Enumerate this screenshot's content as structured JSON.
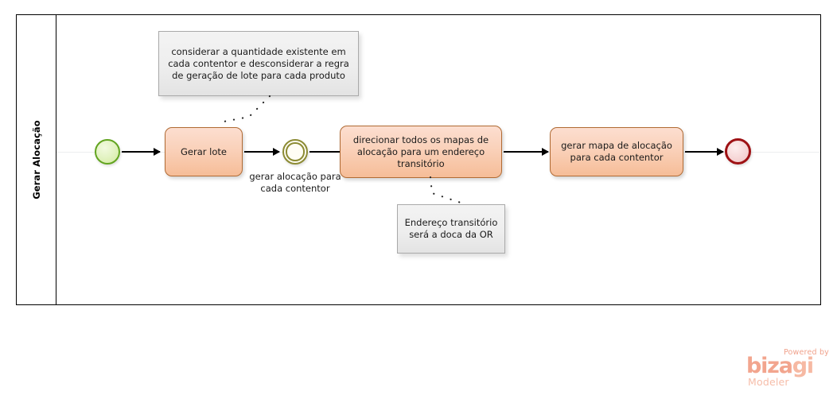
{
  "diagram": {
    "type": "bpmn-process",
    "pool": {
      "lane": {
        "label": "Gerar Alocação"
      }
    },
    "elements": [
      {
        "id": "start-event",
        "kind": "start-event",
        "label": "",
        "color": "#62a420"
      },
      {
        "id": "task-gerar-lote",
        "kind": "task",
        "label": "Gerar lote",
        "color": "#b06a33"
      },
      {
        "id": "intermediate-event",
        "kind": "intermediate-event",
        "label": "gerar alocação para cada contentor",
        "color": "#8c8b34"
      },
      {
        "id": "task-direcionar-mapas",
        "kind": "task",
        "label": "direcionar todos os mapas de alocação para um endereço transitório",
        "color": "#b06a33"
      },
      {
        "id": "task-gerar-mapa",
        "kind": "task",
        "label": "gerar mapa de alocação para cada contentor",
        "color": "#b06a33"
      },
      {
        "id": "end-event",
        "kind": "end-event",
        "label": "",
        "color": "#9e1114"
      }
    ],
    "annotations": [
      {
        "id": "annotation-quantidade",
        "text": "considerar a quantidade existente em cada contentor e desconsiderar a regra de geração de lote para cada produto",
        "attached_to": "task-gerar-lote"
      },
      {
        "id": "annotation-endereco",
        "text": "Endereço transitório será a doca da OR",
        "attached_to": "task-direcionar-mapas"
      }
    ]
  },
  "branding": {
    "powered_by": "Powered by",
    "wordmark_part1": "biza",
    "wordmark_part2": "gi",
    "product": "Modeler",
    "accent_color": "#f2a58e"
  }
}
